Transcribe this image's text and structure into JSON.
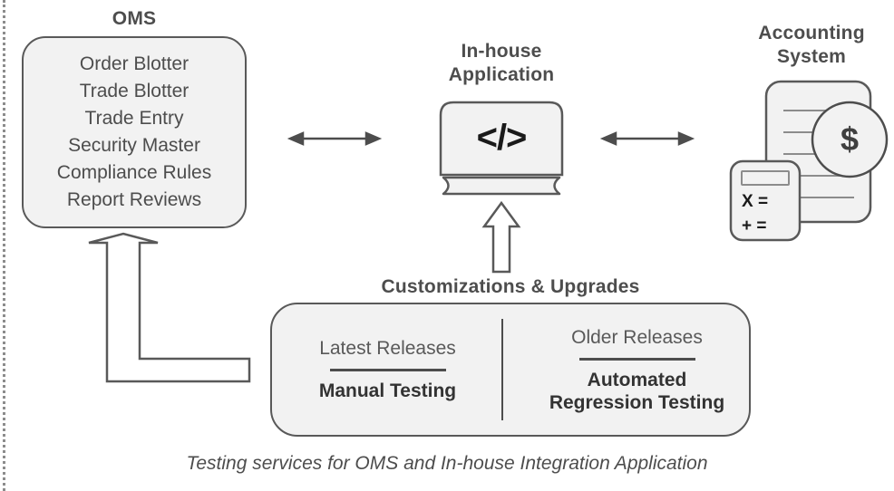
{
  "diagram": {
    "caption": "Testing services for OMS and In-house Integration Application",
    "colors": {
      "panel_fill": "#f2f2f2",
      "panel_stroke": "#595959",
      "heading_text": "#4d4d4d",
      "body_text": "#4d4d4d",
      "bold_text": "#333333",
      "arrow_stroke": "#4d4d4d",
      "rule_dots": "#8c8c8c"
    },
    "oms": {
      "title": "OMS",
      "items": [
        "Order Blotter",
        "Trade Blotter",
        "Trade Entry",
        "Security Master",
        "Compliance Rules",
        "Report Reviews"
      ]
    },
    "inhouse": {
      "title_line1": "In-house",
      "title_line2": "Application",
      "screen_glyph": "</>",
      "icon_name": "monitor-code-icon"
    },
    "accounting": {
      "title_line1": "Accounting",
      "title_line2": "System",
      "document_lines": 5,
      "dollar_symbol": "$",
      "calculator": {
        "row1": "X =",
        "row2": "+ ="
      },
      "icon_name": "accounting-document-icon"
    },
    "customizations": {
      "title": "Customizations & Upgrades",
      "columns": [
        {
          "top": "Latest Releases",
          "bottom": "Manual Testing"
        },
        {
          "top": "Older Releases",
          "bottom": "Automated\nRegression Testing"
        }
      ],
      "column_right_bottom_line1": "Automated",
      "column_right_bottom_line2": "Regression Testing"
    },
    "connectors": [
      {
        "name": "oms-to-inhouse",
        "type": "double-arrow",
        "orientation": "horizontal"
      },
      {
        "name": "inhouse-to-accounting",
        "type": "double-arrow",
        "orientation": "horizontal"
      },
      {
        "name": "customizations-to-inhouse",
        "type": "block-arrow",
        "orientation": "up"
      },
      {
        "name": "customizations-to-oms",
        "type": "block-arrow-elbow",
        "orientation": "left-up"
      }
    ]
  }
}
